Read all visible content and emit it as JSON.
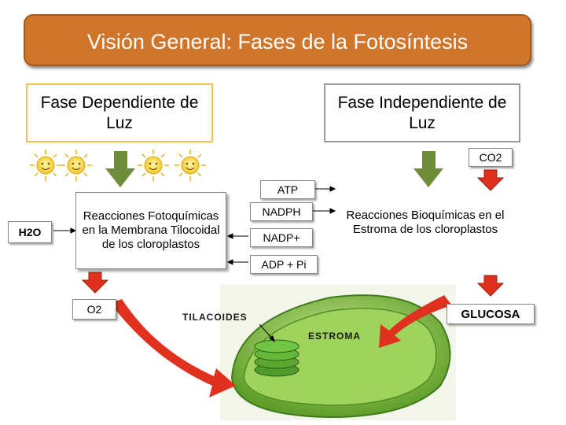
{
  "title": "Visión General: Fases de la Fotosíntesis",
  "phases": {
    "dependent": "Fase Dependiente de Luz",
    "independent": "Fase Independiente de Luz"
  },
  "reactions": {
    "photochemical": "Reacciones Fotoquímicas en la Membrana Tilocoidal de los cloroplastos",
    "biochemical": "Reacciones Bioquímicas en el Estroma de los cloroplastos"
  },
  "molecules": {
    "co2": "CO2",
    "h2o": "H2O",
    "o2": "O2",
    "atp": "ATP",
    "nadph": "NADPH",
    "nadp": "NADP+",
    "adp": "ADP + Pi",
    "glucose": "GLUCOSA"
  },
  "chloroplast_labels": {
    "thylakoids": "TILACOIDES",
    "stroma": "ESTROMA"
  },
  "colors": {
    "title_bg": "#d0752a",
    "light_arrow": "#6f8c3a",
    "red_arrow": "#e0311e",
    "chloroplast": "#7cbf3a"
  },
  "icons": [
    "sun-icon",
    "sun-icon",
    "sun-icon",
    "sun-icon"
  ]
}
